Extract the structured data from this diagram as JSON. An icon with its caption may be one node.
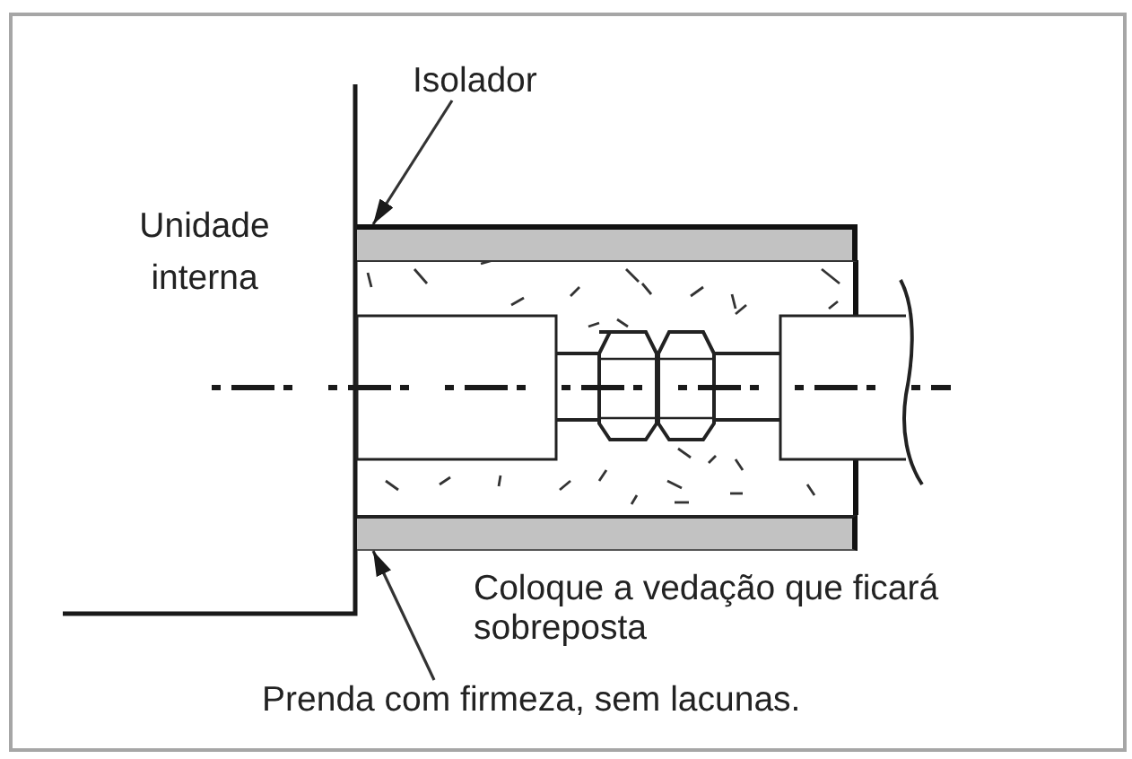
{
  "diagram": {
    "nodes": [
      {
        "text": [
          "Isolador"
        ]
      },
      {
        "text": [],
        "shape": "bar"
      },
      {
        "text": [
          "Prenda com firmeza, sem lacunas."
        ]
      },
      {
        "text": [],
        "shape": "bar"
      }
    ],
    "edges": [
      {
        "from": 0,
        "to": 1,
        "arrow": "to"
      },
      {
        "from": 2,
        "to": 3,
        "arrow": "to"
      }
    ],
    "labels": [
      "Unidade interna",
      "Coloque a vedação que ficará sobreposta"
    ]
  }
}
